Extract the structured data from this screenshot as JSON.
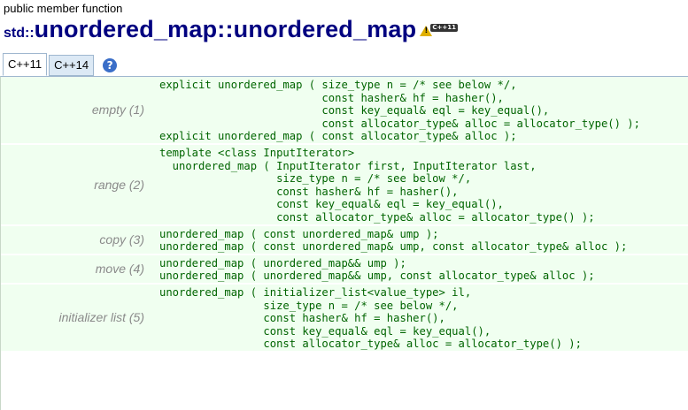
{
  "header": {
    "kind": "public member function",
    "namespace": "std::",
    "name": "unordered_map::unordered_map",
    "badge_label": "C++11"
  },
  "tabs": [
    {
      "label": "C++11",
      "active": true
    },
    {
      "label": "C++14",
      "active": false
    }
  ],
  "help_label": "?",
  "sections": [
    {
      "label": "empty (1)",
      "code": "explicit unordered_map ( size_type n = /* see below */,\n                         const hasher& hf = hasher(),\n                         const key_equal& eql = key_equal(),\n                         const allocator_type& alloc = allocator_type() );\nexplicit unordered_map ( const allocator_type& alloc );"
    },
    {
      "label": "range (2)",
      "code": "template <class InputIterator>\n  unordered_map ( InputIterator first, InputIterator last,\n                  size_type n = /* see below */,\n                  const hasher& hf = hasher(),\n                  const key_equal& eql = key_equal(),\n                  const allocator_type& alloc = allocator_type() );"
    },
    {
      "label": "copy (3)",
      "code": "unordered_map ( const unordered_map& ump );\nunordered_map ( const unordered_map& ump, const allocator_type& alloc );"
    },
    {
      "label": "move (4)",
      "code": "unordered_map ( unordered_map&& ump );\nunordered_map ( unordered_map&& ump, const allocator_type& alloc );"
    },
    {
      "label": "initializer list (5)",
      "code": "unordered_map ( initializer_list<value_type> il,\n                size_type n = /* see below */,\n                const hasher& hf = hasher(),\n                const key_equal& eql = key_equal(),\n                const allocator_type& alloc = allocator_type() );"
    }
  ],
  "colors": {
    "title": "#000080",
    "code": "#006400",
    "label": "#8a8a8a",
    "row_background": "#f0fff0",
    "tab_background": "#dce9f5"
  }
}
